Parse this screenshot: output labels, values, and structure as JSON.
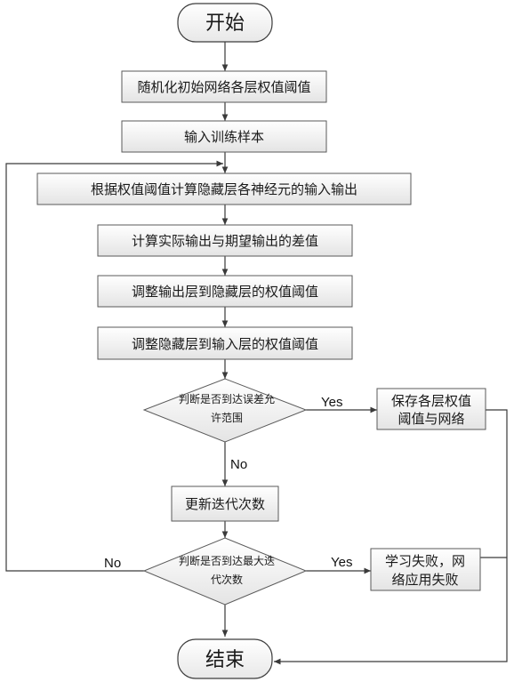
{
  "flowchart": {
    "start": "开始",
    "step_init": "随机化初始网络各层权值阈值",
    "step_input": "输入训练样本",
    "step_forward": "根据权值阈值计算隐藏层各神经元的输入输出",
    "step_error": "计算实际输出与期望输出的差值",
    "step_adjust_out": "调整输出层到隐藏层的权值阈值",
    "step_adjust_hidden": "调整隐藏层到输入层的权值阈值",
    "decision_error": {
      "line1": "判断是否到达误差允",
      "line2": "许范围"
    },
    "save": {
      "line1": "保存各层权值",
      "line2": "阈值与网络"
    },
    "step_iter": "更新迭代次数",
    "decision_max": {
      "line1": "判断是否到达最大迭",
      "line2": "代次数"
    },
    "fail": {
      "line1": "学习失败，网",
      "line2": "络应用失败"
    },
    "end": "结束",
    "labels": {
      "yes1": "Yes",
      "no1": "No",
      "yes2": "Yes",
      "no2": "No"
    }
  }
}
